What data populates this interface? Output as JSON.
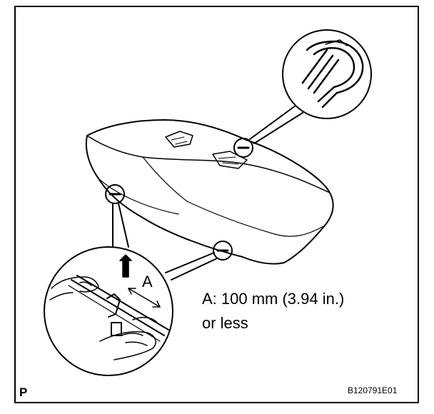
{
  "illustration": {
    "label_a": "A",
    "measurement_line1": "A: 100 mm (3.94 in.)",
    "measurement_line2": "or less",
    "corner_mark": "P",
    "figure_code": "B120791E01"
  },
  "colors": {
    "line": "#000000",
    "background": "#ffffff"
  },
  "icons": [
    "seat-cushion",
    "detail-callout-circle",
    "pull-up-arrow",
    "measurement-arrow",
    "hand"
  ]
}
